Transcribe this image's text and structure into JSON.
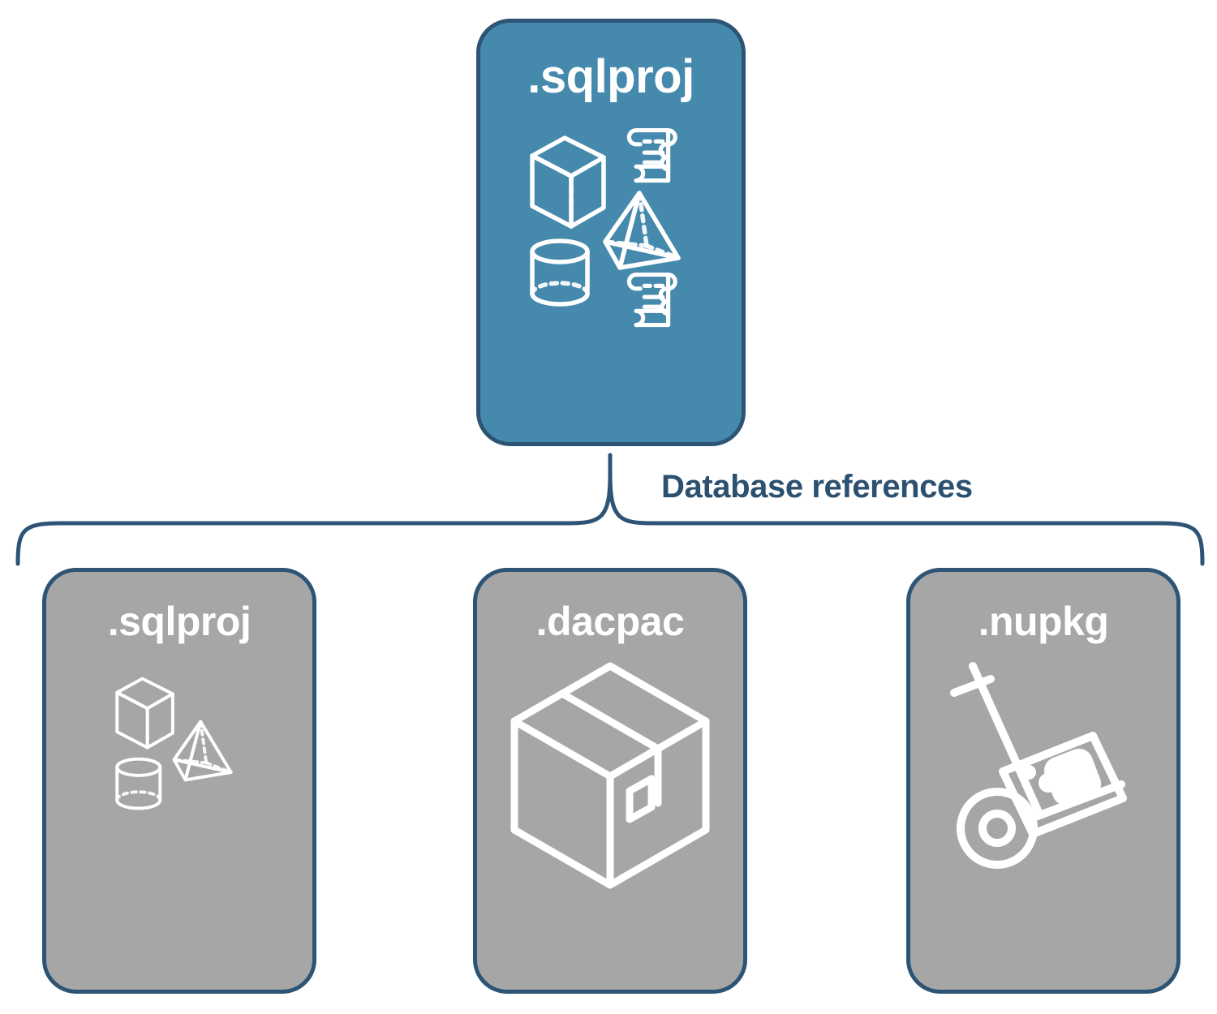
{
  "diagram": {
    "title_text": "Database references",
    "colors": {
      "card_blue": "#4589AD",
      "card_gray": "#A6A6A6",
      "border_navy": "#2E5475",
      "label_text": "#2C5070",
      "icon_stroke": "#FFFFFF",
      "background": "#FFFFFF"
    },
    "source_node": {
      "label": ".sqlproj",
      "variant": "blue",
      "icons": [
        "cube-icon",
        "scroll-icon",
        "pyramid-icon",
        "cylinder-icon",
        "scroll-icon"
      ]
    },
    "connector": {
      "type": "curly-brace",
      "label": "Database references",
      "direction": "top-to-bottom"
    },
    "target_nodes": [
      {
        "label": ".sqlproj",
        "variant": "gray",
        "icons": [
          "cube-icon",
          "pyramid-icon",
          "cylinder-icon"
        ]
      },
      {
        "label": ".dacpac",
        "variant": "gray",
        "icons": [
          "package-box-icon"
        ]
      },
      {
        "label": ".nupkg",
        "variant": "gray",
        "icons": [
          "hand-truck-icon"
        ]
      }
    ]
  }
}
